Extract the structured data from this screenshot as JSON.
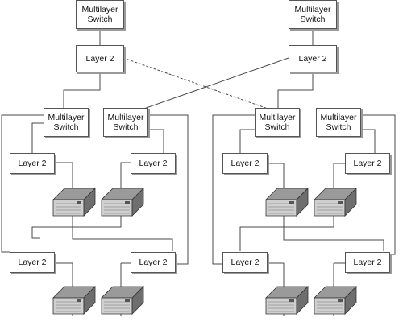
{
  "labels": {
    "multilayer_line1": "Multilayer",
    "multilayer_line2": "Switch",
    "layer2": "Layer 2"
  },
  "colors": {
    "line": "#4a4a4a",
    "box_border": "#555555",
    "box_shadow": "#9a9a9a",
    "server_top": "#9a9a9a",
    "server_front": "#cfcfcf",
    "server_side": "#6e6e6e"
  },
  "icons": {
    "server": "server-icon"
  }
}
